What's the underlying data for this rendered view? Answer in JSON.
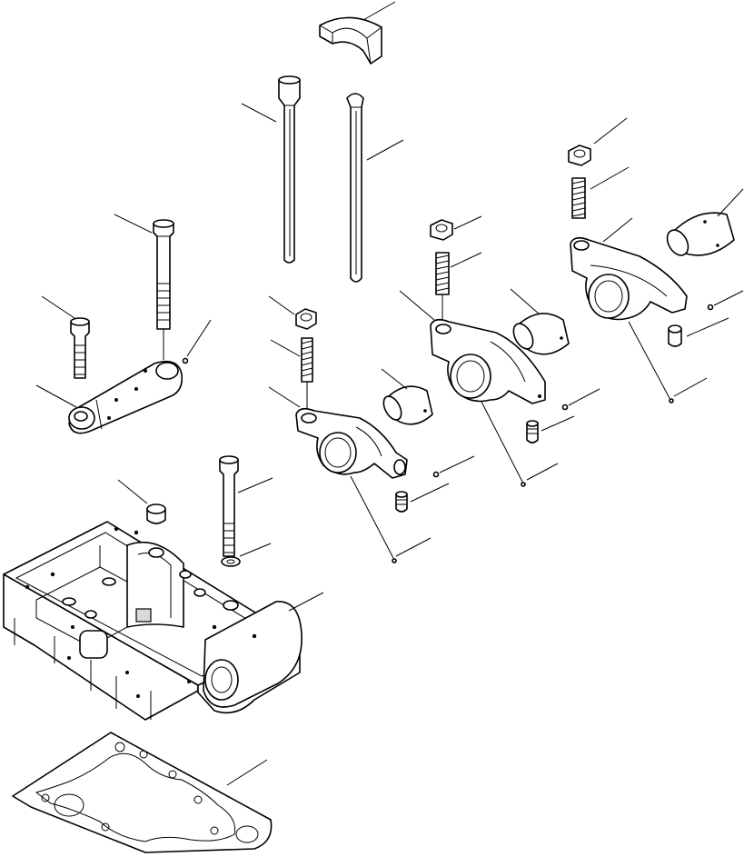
{
  "diagram": {
    "type": "exploded parts view",
    "stroke_color": "#000000",
    "background_color": "#ffffff",
    "parts": [
      "rocker-arm-bridge",
      "push-rod-left",
      "push-rod-right",
      "long-bolt",
      "short-bolt",
      "rocker-shaft",
      "lock-nut",
      "adjusting-screw",
      "rocker-arm",
      "bushing",
      "plug",
      "rocker-housing",
      "housing-bolt",
      "washer",
      "housing-gasket"
    ]
  }
}
